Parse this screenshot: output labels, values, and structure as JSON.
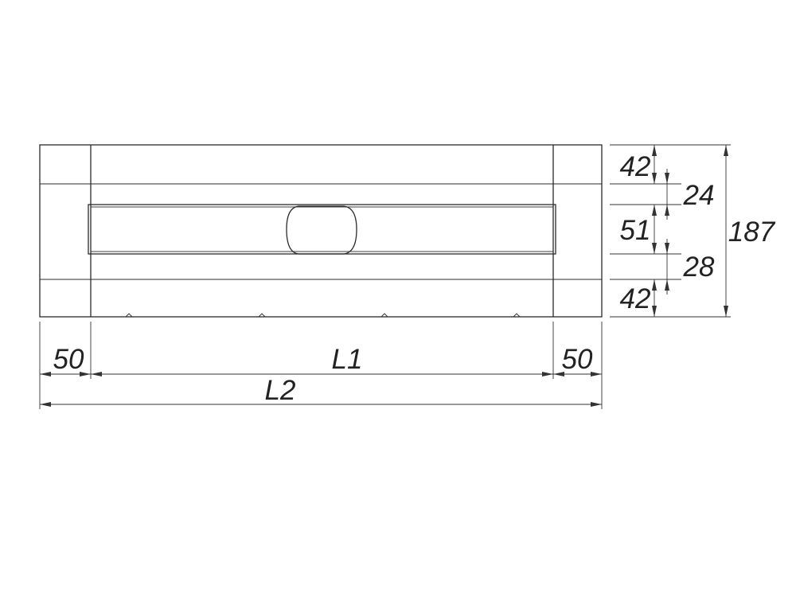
{
  "colors": {
    "line": "#2b2b2b",
    "text": "#222222",
    "background": "#ffffff"
  },
  "dimensions": {
    "left_margin": "50",
    "inner_length": "L1",
    "right_margin": "50",
    "total_length": "L2",
    "top_band": "42",
    "upper_gap": "24",
    "channel": "51",
    "lower_gap": "28",
    "bottom_band": "42",
    "total_height": "187"
  }
}
